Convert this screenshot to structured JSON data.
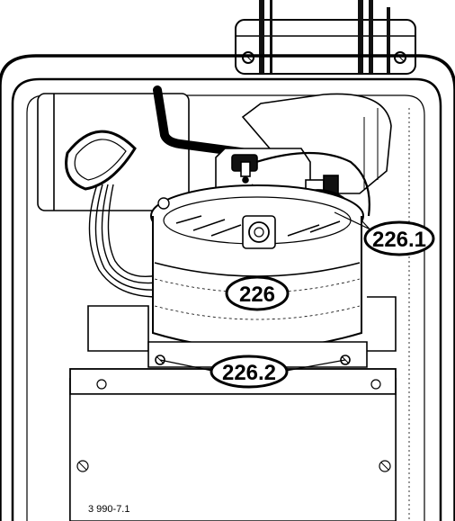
{
  "callouts": {
    "c226": "226",
    "c226_1": "226.1",
    "c226_2": "226.2"
  },
  "drawing_ref": "3 990-7.1"
}
